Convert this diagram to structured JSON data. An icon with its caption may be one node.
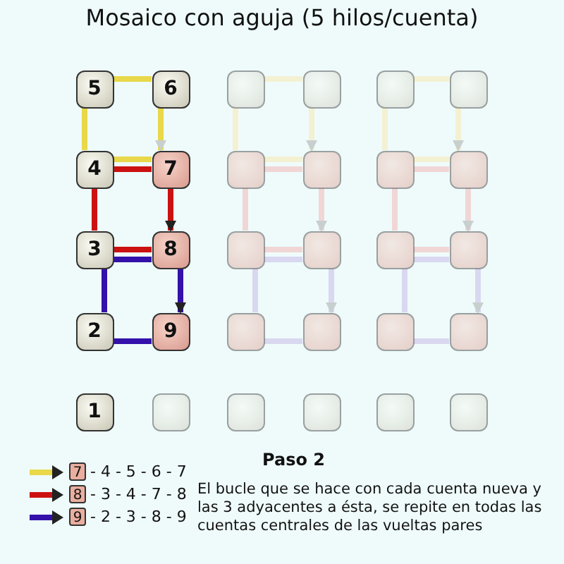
{
  "diagram": {
    "title": "Mosaico con aguja (5 hilos/cuenta)",
    "nodes": [
      {
        "text": [
          "5"
        ]
      },
      {
        "text": [
          "6"
        ]
      },
      {
        "text": [],
        "shape": "box"
      },
      {
        "text": [],
        "shape": "box"
      },
      {
        "text": [],
        "shape": "box"
      },
      {
        "text": [],
        "shape": "box"
      },
      {
        "text": [
          "4"
        ]
      },
      {
        "text": [
          "7"
        ]
      },
      {
        "text": [],
        "shape": "box"
      },
      {
        "text": [],
        "shape": "box"
      },
      {
        "text": [],
        "shape": "box"
      },
      {
        "text": [],
        "shape": "box"
      },
      {
        "text": [
          "3"
        ]
      },
      {
        "text": [
          "8"
        ]
      },
      {
        "text": [],
        "shape": "box"
      },
      {
        "text": [],
        "shape": "box"
      },
      {
        "text": [],
        "shape": "box"
      },
      {
        "text": [],
        "shape": "box"
      },
      {
        "text": [
          "2"
        ]
      },
      {
        "text": [
          "9"
        ]
      },
      {
        "text": [],
        "shape": "box"
      },
      {
        "text": [],
        "shape": "box"
      },
      {
        "text": [],
        "shape": "box"
      },
      {
        "text": [],
        "shape": "box"
      },
      {
        "text": [
          "1"
        ]
      },
      {
        "text": [],
        "shape": "box"
      },
      {
        "text": [],
        "shape": "box"
      },
      {
        "text": [],
        "shape": "box"
      },
      {
        "text": [],
        "shape": "box"
      },
      {
        "text": [],
        "shape": "box"
      }
    ],
    "edges": [
      {
        "from": 7,
        "to": 6,
        "arrow": "none",
        "color": "#e8d84a"
      },
      {
        "from": 6,
        "to": 0,
        "arrow": "none",
        "color": "#e8d84a"
      },
      {
        "from": 0,
        "to": 1,
        "arrow": "none",
        "color": "#e8d84a"
      },
      {
        "from": 1,
        "to": 7,
        "arrow": "to",
        "color": "#e8d84a"
      },
      {
        "from": 13,
        "to": 12,
        "arrow": "none",
        "color": "#cc1111"
      },
      {
        "from": 12,
        "to": 6,
        "arrow": "none",
        "color": "#cc1111"
      },
      {
        "from": 6,
        "to": 7,
        "arrow": "none",
        "color": "#cc1111"
      },
      {
        "from": 7,
        "to": 13,
        "arrow": "to",
        "color": "#cc1111"
      },
      {
        "from": 19,
        "to": 18,
        "arrow": "none",
        "color": "#3311aa"
      },
      {
        "from": 18,
        "to": 12,
        "arrow": "none",
        "color": "#3311aa"
      },
      {
        "from": 12,
        "to": 13,
        "arrow": "none",
        "color": "#3311aa"
      },
      {
        "from": 13,
        "to": 19,
        "arrow": "to",
        "color": "#3311aa"
      },
      {
        "from": 9,
        "to": 8,
        "arrow": "none",
        "color": "#f3f1d2"
      },
      {
        "from": 8,
        "to": 2,
        "arrow": "none",
        "color": "#f3f1d2"
      },
      {
        "from": 2,
        "to": 3,
        "arrow": "none",
        "color": "#f3f1d2"
      },
      {
        "from": 3,
        "to": 9,
        "arrow": "to",
        "color": "#f3f1d2"
      },
      {
        "from": 15,
        "to": 14,
        "arrow": "none",
        "color": "#f1d6d6"
      },
      {
        "from": 14,
        "to": 8,
        "arrow": "none",
        "color": "#f1d6d6"
      },
      {
        "from": 8,
        "to": 9,
        "arrow": "none",
        "color": "#f1d6d6"
      },
      {
        "from": 9,
        "to": 15,
        "arrow": "to",
        "color": "#f1d6d6"
      },
      {
        "from": 21,
        "to": 20,
        "arrow": "none",
        "color": "#d9d8f0"
      },
      {
        "from": 20,
        "to": 14,
        "arrow": "none",
        "color": "#d9d8f0"
      },
      {
        "from": 14,
        "to": 15,
        "arrow": "none",
        "color": "#d9d8f0"
      },
      {
        "from": 15,
        "to": 21,
        "arrow": "to",
        "color": "#d9d8f0"
      },
      {
        "from": 11,
        "to": 10,
        "arrow": "none",
        "color": "#f3f1d2"
      },
      {
        "from": 10,
        "to": 4,
        "arrow": "none",
        "color": "#f3f1d2"
      },
      {
        "from": 4,
        "to": 5,
        "arrow": "none",
        "color": "#f3f1d2"
      },
      {
        "from": 5,
        "to": 11,
        "arrow": "to",
        "color": "#f3f1d2"
      },
      {
        "from": 17,
        "to": 16,
        "arrow": "none",
        "color": "#f1d6d6"
      },
      {
        "from": 16,
        "to": 10,
        "arrow": "none",
        "color": "#f1d6d6"
      },
      {
        "from": 10,
        "to": 11,
        "arrow": "none",
        "color": "#f1d6d6"
      },
      {
        "from": 11,
        "to": 17,
        "arrow": "to",
        "color": "#f1d6d6"
      },
      {
        "from": 23,
        "to": 22,
        "arrow": "none",
        "color": "#d9d8f0"
      },
      {
        "from": 22,
        "to": 16,
        "arrow": "none",
        "color": "#d9d8f0"
      },
      {
        "from": 16,
        "to": 17,
        "arrow": "none",
        "color": "#d9d8f0"
      },
      {
        "from": 17,
        "to": 23,
        "arrow": "to",
        "color": "#d9d8f0"
      }
    ],
    "labels": [
      "Paso 2",
      "El bucle que se hace con cada cuenta nueva y las 3 adyacentes a ésta, se repite en todas las cuentas centrales de las vueltas pares"
    ],
    "legend": [
      {
        "text": "7 - 4 - 5 - 6 - 7"
      },
      {
        "text": "8 - 3 - 4 - 7 - 8"
      },
      {
        "text": "9 - 2 - 3 - 8 - 9"
      }
    ]
  }
}
